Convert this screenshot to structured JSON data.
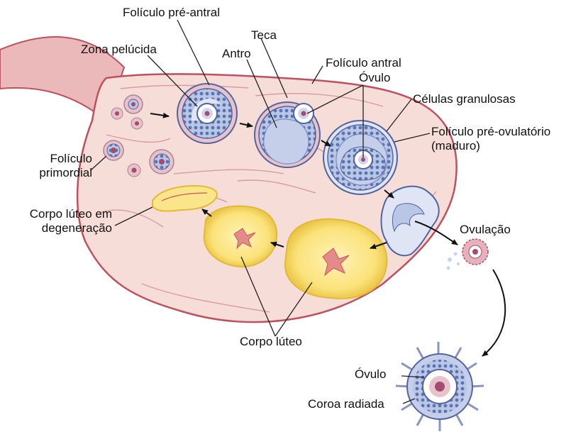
{
  "labels": {
    "foliculo_pre_antral": "Folículo pré-antral",
    "zona_pelucida": "Zona pelúcida",
    "teca": "Teca",
    "antro": "Antro",
    "foliculo_antral": "Folículo antral",
    "ovulo_top": "Óvulo",
    "celulas_granulosas": "Células granulosas",
    "foliculo_pre_ovulatorio_1": "Folículo pré-ovulatório",
    "foliculo_pre_ovulatorio_2": "(maduro)",
    "foliculo_primordial_1": "Folículo",
    "foliculo_primordial_2": "primordial",
    "corpo_luteo_degeneracao_1": "Corpo lúteo em",
    "corpo_luteo_degeneracao_2": "degeneração",
    "ovulacao": "Ovulação",
    "corpo_luteo": "Corpo lúteo",
    "ovulo_bottom": "Óvulo",
    "coroa_radiada": "Coroa radiada"
  },
  "colors": {
    "ovary_fill": "#f6ddd8",
    "ovary_outline": "#c0505e",
    "stroma_lines": "#d99aa0",
    "follicle_blue": "#a8b8dc",
    "follicle_outline": "#54649e",
    "granulosa_dots": "#4c6aa8",
    "antrum": "#c6cfea",
    "corpus_luteum": "#fbe58a",
    "corpus_luteum_edge": "#e1bb36",
    "oocyte_core": "#a54b6f",
    "leader_line": "#222222"
  }
}
